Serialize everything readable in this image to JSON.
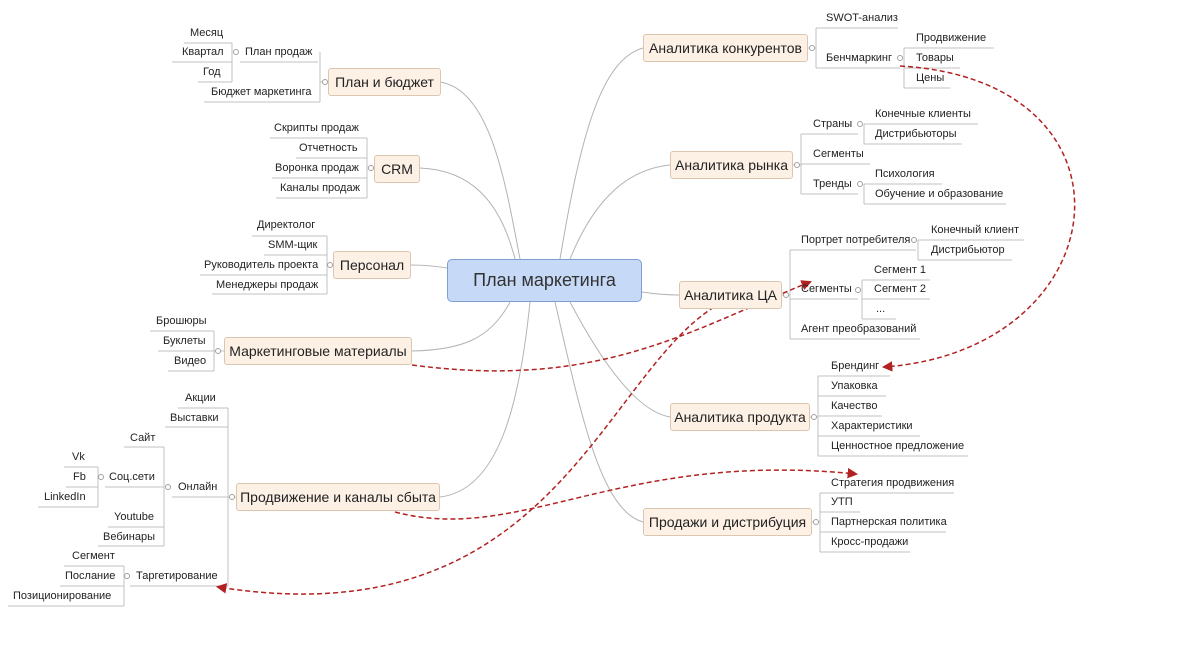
{
  "central": "План маркетинга",
  "branches": {
    "plan": {
      "label": "План и бюджет",
      "sales_plan": "План продаж",
      "month": "Месяц",
      "quarter": "Квартал",
      "year": "Год",
      "budget": "Бюджет маркетинга"
    },
    "crm": {
      "label": "CRM",
      "items": [
        "Скрипты продаж",
        "Отчетность",
        "Воронка продаж",
        "Каналы продаж"
      ]
    },
    "personnel": {
      "label": "Персонал",
      "items": [
        "Директолог",
        "SMM-щик",
        "Руководитель проекта",
        "Менеджеры продаж"
      ]
    },
    "materials": {
      "label": "Маркетинговые материалы",
      "items": [
        "Брошюры",
        "Буклеты",
        "Видео"
      ]
    },
    "promotion": {
      "label": "Продвижение и каналы сбыта",
      "actions": "Акции",
      "exhibitions": "Выставки",
      "online": "Онлайн",
      "site": "Сайт",
      "social": "Соц.сети",
      "vk": "Vk",
      "fb": "Fb",
      "linkedin": "LinkedIn",
      "youtube": "Youtube",
      "webinars": "Вебинары",
      "targeting": "Таргетирование",
      "segment": "Сегмент",
      "message": "Послание",
      "positioning": "Позиционирование"
    },
    "competitors": {
      "label": "Аналитика конкурентов",
      "swot": "SWOT-анализ",
      "benchmarking": "Бенчмаркинг",
      "promotion": "Продвижение",
      "goods": "Товары",
      "prices": "Цены"
    },
    "market": {
      "label": "Аналитика рынка",
      "countries": "Страны",
      "end_clients": "Конечные клиенты",
      "distributors": "Дистрибьюторы",
      "segments": "Сегменты",
      "trends": "Тренды",
      "psychology": "Психология",
      "education": "Обучение и образование"
    },
    "audience": {
      "label": "Аналитика ЦА",
      "portrait": "Портрет потребителя",
      "end_client": "Конечный клиент",
      "distributor": "Дистрибьютор",
      "segments": "Сегменты",
      "segment1": "Сегмент 1",
      "segment2": "Сегмент 2",
      "ellipsis": "...",
      "agent": "Агент преобразований"
    },
    "product": {
      "label": "Аналитика продукта",
      "items": [
        "Брендинг",
        "Упаковка",
        "Качество",
        "Характеристики",
        "Ценностное предложение"
      ]
    },
    "sales": {
      "label": "Продажи и дистрибуция",
      "items": [
        "Стратегия продвижения",
        "УТП",
        "Партнерская политика",
        "Кросс-продажи"
      ]
    }
  },
  "colors": {
    "central_fill": "#c6d9f7",
    "topic_fill": "#fdf1e6",
    "relationship_arrow": "#b22222",
    "connector": "#b3b3b3"
  }
}
